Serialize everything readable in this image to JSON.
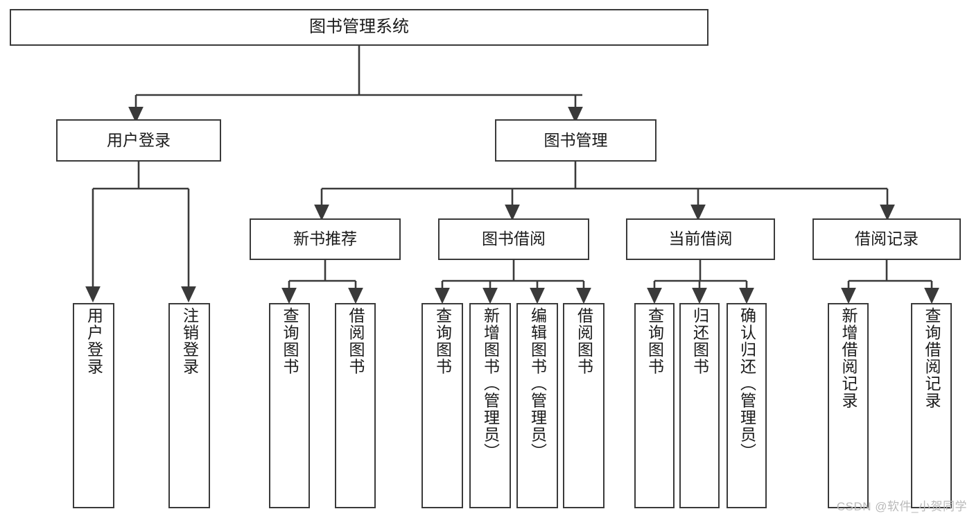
{
  "diagram": {
    "type": "tree-hierarchy",
    "title": "图书管理系统",
    "watermark": "CSDN @软件_小贺同学",
    "colors": {
      "stroke": "#3a3a3a",
      "fill": "#ffffff",
      "text": "#1a1a1a",
      "watermark": "#b9b9b9"
    },
    "nodes": {
      "root": {
        "label": "图书管理系统",
        "level": 0
      },
      "l1": [
        {
          "id": "user-login",
          "label": "用户登录"
        },
        {
          "id": "book-manage",
          "label": "图书管理"
        }
      ],
      "l2": [
        {
          "id": "new-book-recommend",
          "label": "新书推荐",
          "parent": "book-manage"
        },
        {
          "id": "book-borrow",
          "label": "图书借阅",
          "parent": "book-manage"
        },
        {
          "id": "current-borrow",
          "label": "当前借阅",
          "parent": "book-manage"
        },
        {
          "id": "borrow-record",
          "label": "借阅记录",
          "parent": "book-manage"
        }
      ],
      "leaves": [
        {
          "id": "leaf-user-login",
          "label": "用户登录",
          "parent": "user-login"
        },
        {
          "id": "leaf-logout",
          "label": "注销登录",
          "parent": "user-login"
        },
        {
          "id": "leaf-query-book-1",
          "label": "查询图书",
          "parent": "new-book-recommend"
        },
        {
          "id": "leaf-borrow-book-1",
          "label": "借阅图书",
          "parent": "new-book-recommend"
        },
        {
          "id": "leaf-query-book-2",
          "label": "查询图书",
          "parent": "book-borrow"
        },
        {
          "id": "leaf-add-book",
          "label": "新增图书（管理员）",
          "parent": "book-borrow"
        },
        {
          "id": "leaf-edit-book",
          "label": "编辑图书（管理员）",
          "parent": "book-borrow"
        },
        {
          "id": "leaf-borrow-book-2",
          "label": "借阅图书",
          "parent": "book-borrow"
        },
        {
          "id": "leaf-query-book-3",
          "label": "查询图书",
          "parent": "current-borrow"
        },
        {
          "id": "leaf-return-book",
          "label": "归还图书",
          "parent": "current-borrow"
        },
        {
          "id": "leaf-confirm-return",
          "label": "确认归还（管理员）",
          "parent": "current-borrow"
        },
        {
          "id": "leaf-add-record",
          "label": "新增借阅记录",
          "parent": "borrow-record"
        },
        {
          "id": "leaf-query-record",
          "label": "查询借阅记录",
          "parent": "borrow-record"
        }
      ]
    }
  }
}
